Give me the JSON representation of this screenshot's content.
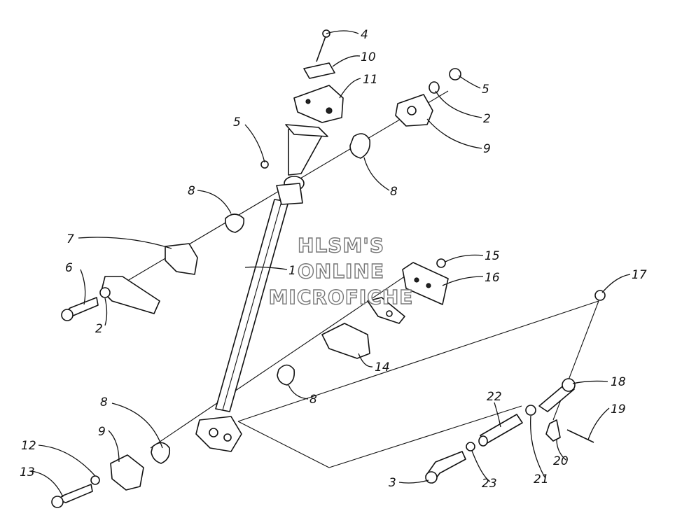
{
  "watermark": {
    "line1": "HLSM'S",
    "line2": "ONLINE",
    "line3": "MICROFICHE"
  },
  "callouts": [
    {
      "id": "c4",
      "label": "4"
    },
    {
      "id": "c10",
      "label": "10"
    },
    {
      "id": "c11",
      "label": "11"
    },
    {
      "id": "c5a",
      "label": "5"
    },
    {
      "id": "c5b",
      "label": "5"
    },
    {
      "id": "c2a",
      "label": "2"
    },
    {
      "id": "c9a",
      "label": "9"
    },
    {
      "id": "c8a",
      "label": "8"
    },
    {
      "id": "c8b",
      "label": "8"
    },
    {
      "id": "c7",
      "label": "7"
    },
    {
      "id": "c6",
      "label": "6"
    },
    {
      "id": "c2b",
      "label": "2"
    },
    {
      "id": "c1",
      "label": "1"
    },
    {
      "id": "c15",
      "label": "15"
    },
    {
      "id": "c16",
      "label": "16"
    },
    {
      "id": "c17",
      "label": "17"
    },
    {
      "id": "c14",
      "label": "14"
    },
    {
      "id": "c8c",
      "label": "8"
    },
    {
      "id": "c8d",
      "label": "8"
    },
    {
      "id": "c9b",
      "label": "9"
    },
    {
      "id": "c12",
      "label": "12"
    },
    {
      "id": "c13",
      "label": "13"
    },
    {
      "id": "c22",
      "label": "22"
    },
    {
      "id": "c18",
      "label": "18"
    },
    {
      "id": "c19",
      "label": "19"
    },
    {
      "id": "c20",
      "label": "20"
    },
    {
      "id": "c21",
      "label": "21"
    },
    {
      "id": "c23",
      "label": "23"
    },
    {
      "id": "c3",
      "label": "3"
    }
  ]
}
